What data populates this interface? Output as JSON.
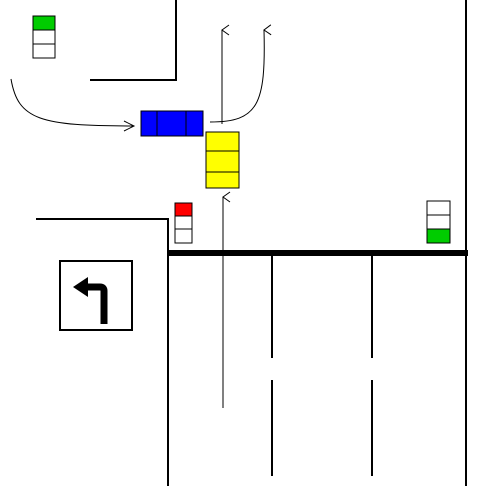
{
  "colors": {
    "background": "#ffffff",
    "line": "#000000",
    "blue_car": "#0000ff",
    "yellow_car": "#ffff00",
    "signal_red": "#ff0000",
    "signal_green": "#00cc00",
    "signal_off": "#ffffff"
  },
  "traffic_lights": [
    {
      "name": "top-left-traffic-light",
      "lit": "top",
      "lit_color": "green"
    },
    {
      "name": "near-left-traffic-light",
      "lit": "top",
      "lit_color": "red"
    },
    {
      "name": "right-traffic-light",
      "lit": "bottom",
      "lit_color": "green"
    }
  ],
  "vehicles": [
    {
      "name": "blue-car",
      "color": "blue",
      "orientation": "horizontal"
    },
    {
      "name": "yellow-car",
      "color": "yellow",
      "orientation": "vertical"
    }
  ],
  "signs": [
    {
      "name": "left-turn-sign",
      "icon": "left-turn-arrow-icon"
    }
  ]
}
